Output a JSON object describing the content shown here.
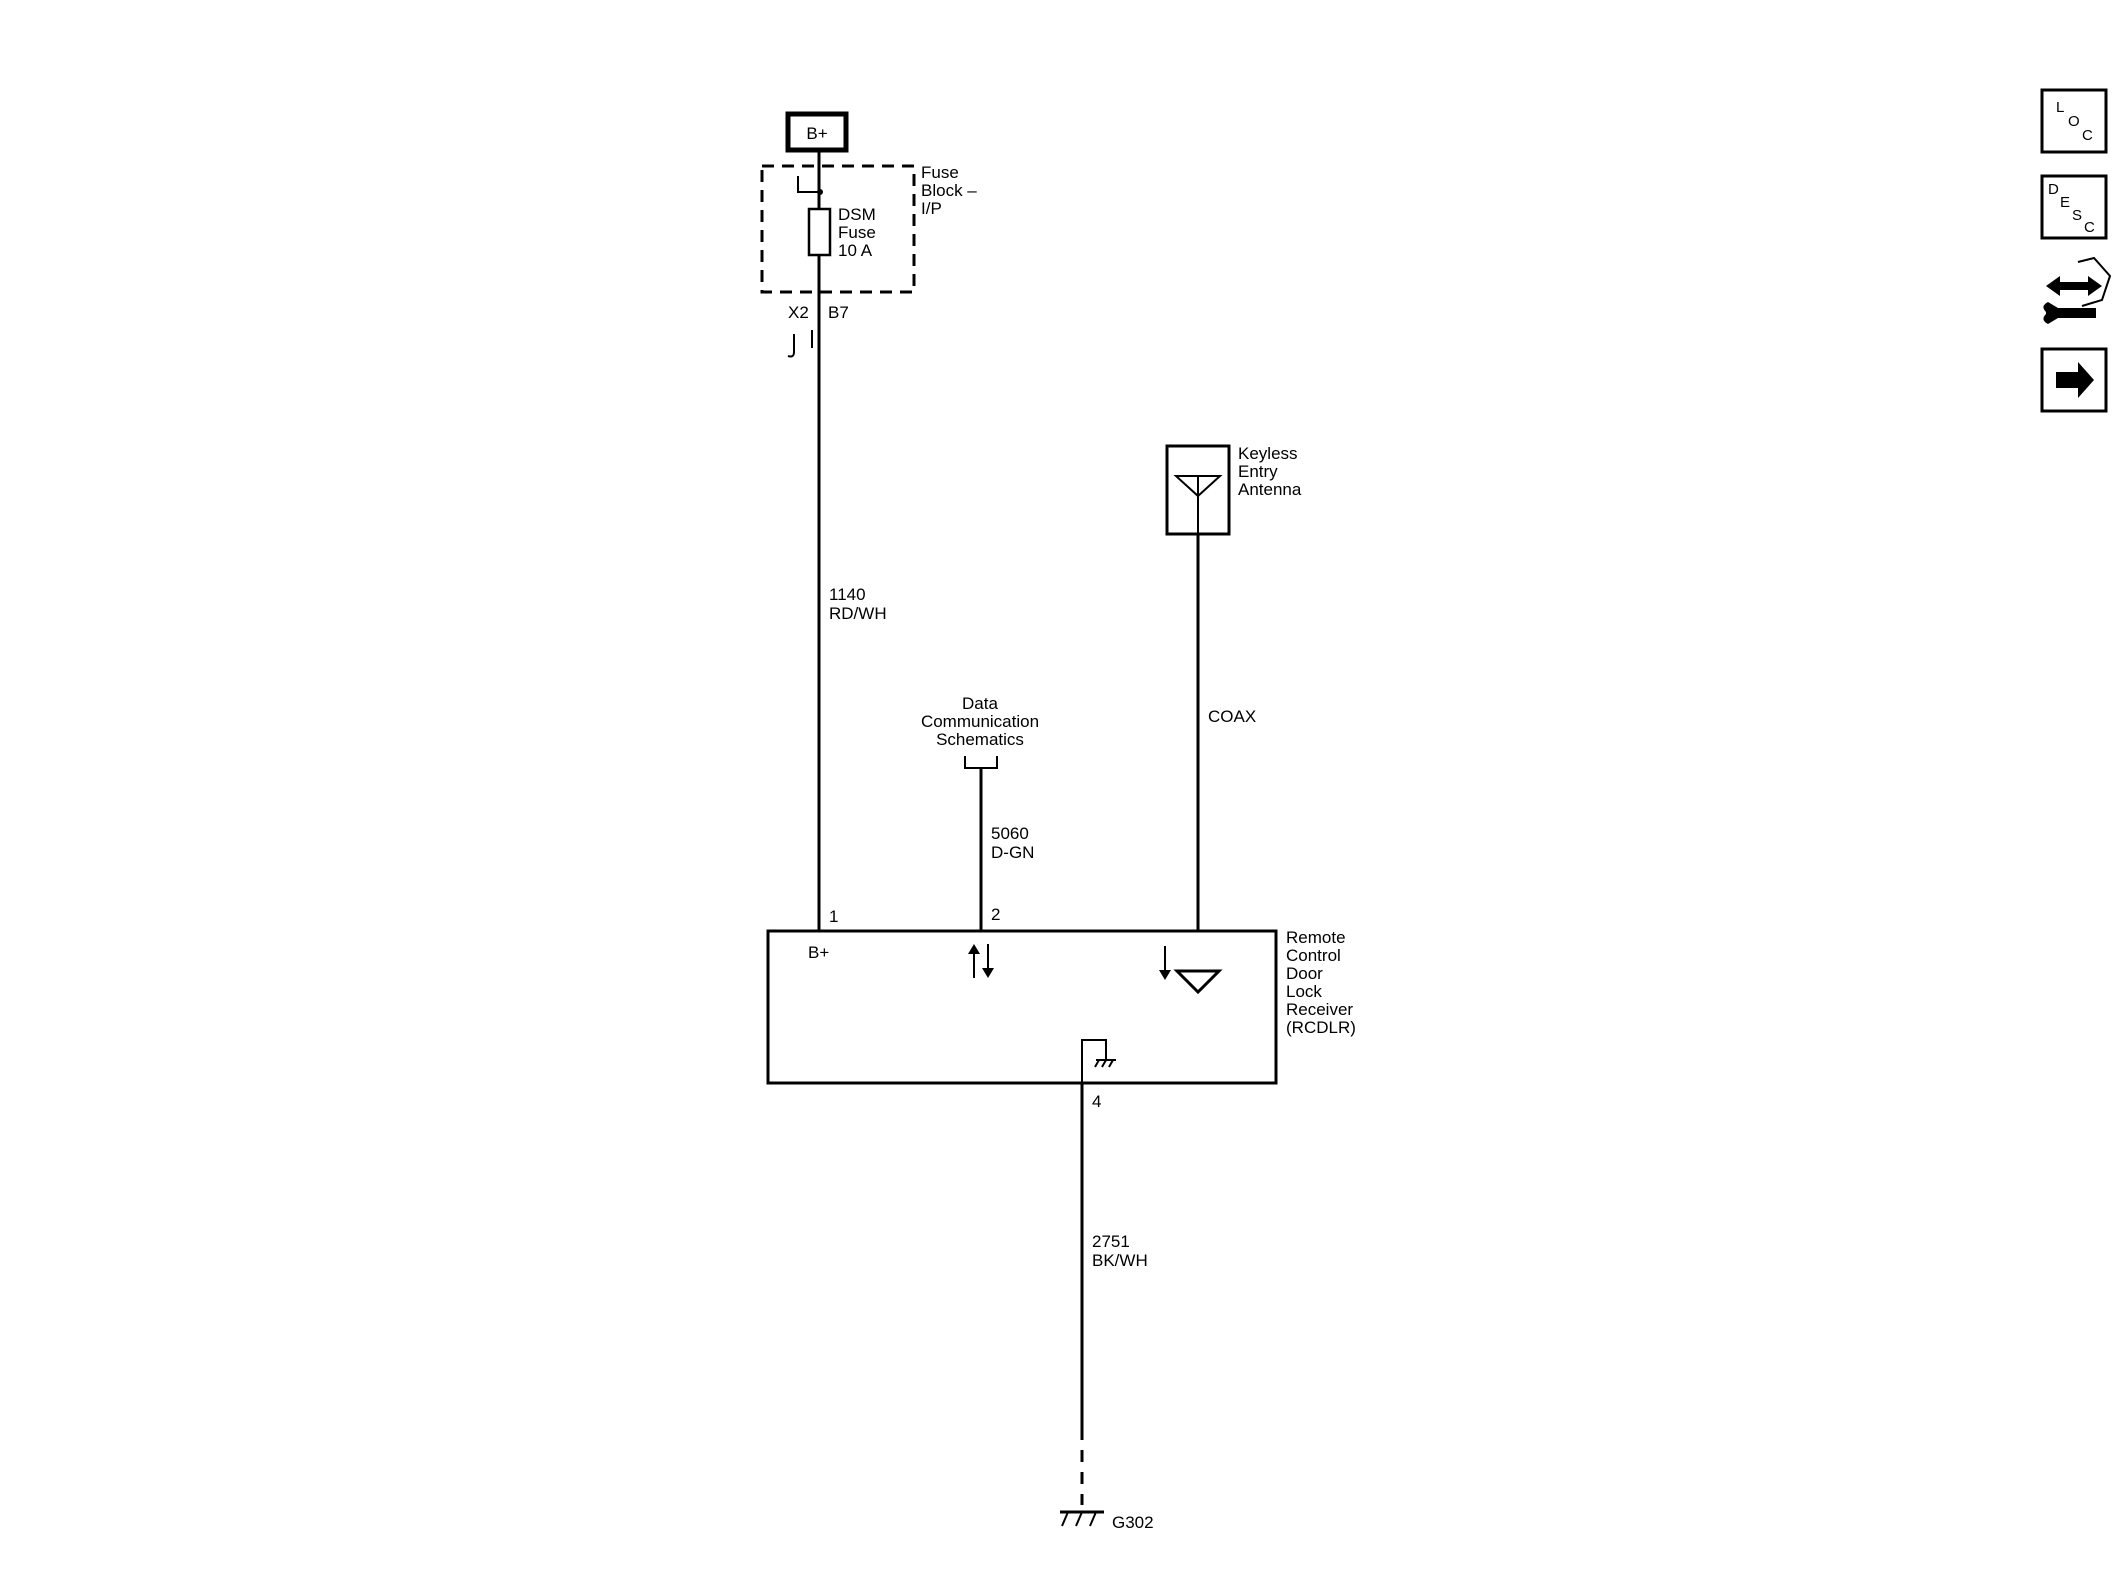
{
  "power_source": {
    "label": "B+"
  },
  "fuse_block": {
    "name_lines": [
      "Fuse",
      "Block –",
      "I/P"
    ],
    "fuse_lines": [
      "DSM",
      "Fuse",
      "10 A"
    ],
    "connector": "X2",
    "pin": "B7"
  },
  "wires": {
    "power": {
      "circuit": "1140",
      "color": "RD/WH"
    },
    "data": {
      "circuit": "5060",
      "color": "D-GN"
    },
    "antenna": {
      "label": "COAX"
    },
    "ground": {
      "circuit": "2751",
      "color": "BK/WH"
    }
  },
  "data_link": {
    "lines": [
      "Data",
      "Communication",
      "Schematics"
    ]
  },
  "antenna": {
    "lines": [
      "Keyless",
      "Entry",
      "Antenna"
    ]
  },
  "receiver": {
    "lines": [
      "Remote",
      "Control",
      "Door",
      "Lock",
      "Receiver",
      "(RCDLR)"
    ],
    "pins": {
      "power": "1",
      "data": "2",
      "ground": "4"
    },
    "power_label": "B+"
  },
  "ground_point": {
    "label": "G302"
  },
  "nav": {
    "loc": {
      "letters": [
        "L",
        "O",
        "C"
      ]
    },
    "desc": {
      "letters": [
        "D",
        "E",
        "S",
        "C"
      ]
    },
    "connector_icon": "connector-wrench-icon",
    "next_icon": "arrow-right-icon"
  }
}
